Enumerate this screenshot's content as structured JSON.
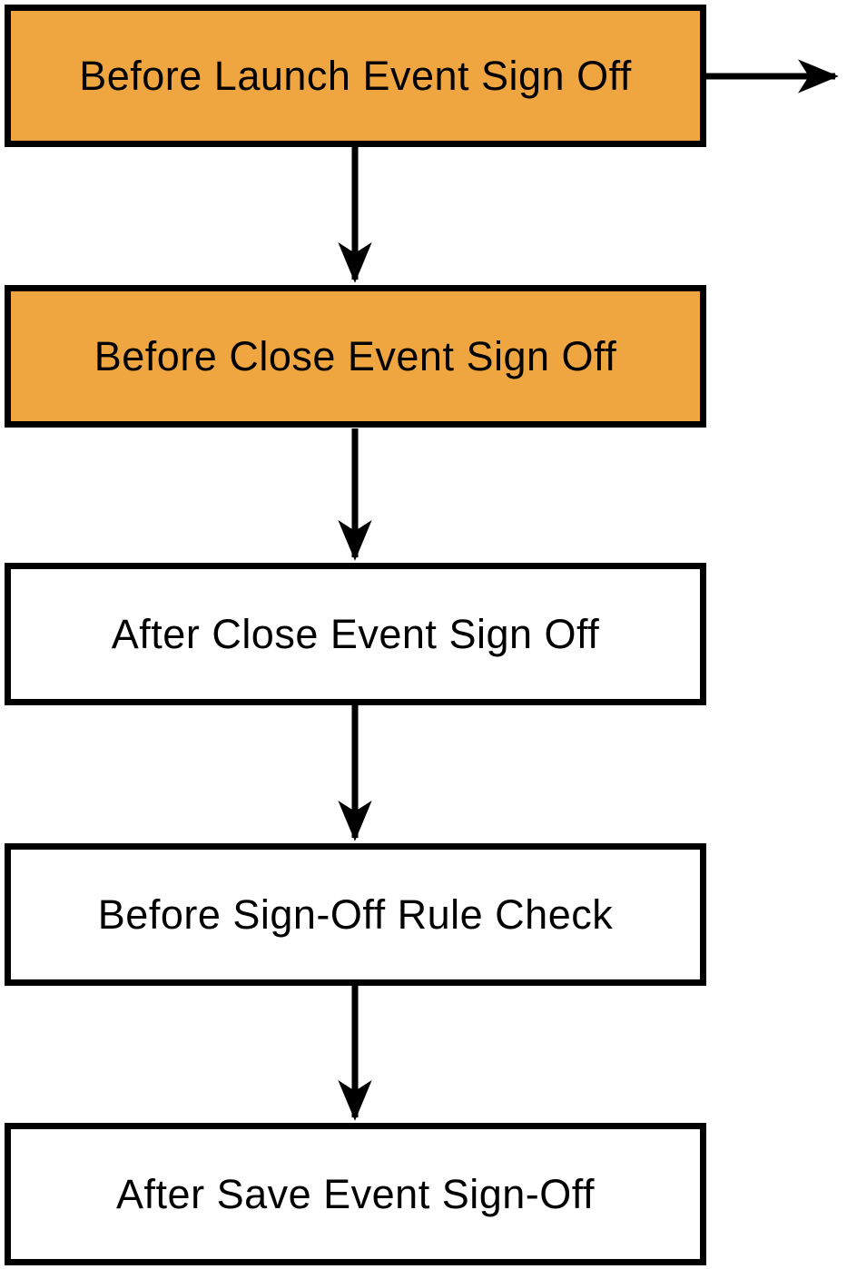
{
  "diagram": {
    "type": "flowchart",
    "direction": "top-to-bottom",
    "node_count": 5
  },
  "nodes": [
    {
      "id": "before-launch-event-sign-off",
      "label": "Before Launch Event Sign Off",
      "fill": "#F0A640",
      "highlighted": true
    },
    {
      "id": "before-close-event-sign-off",
      "label": "Before Close Event Sign Off",
      "fill": "#F0A640",
      "highlighted": true
    },
    {
      "id": "after-close-event-sign-off",
      "label": "After Close Event Sign Off",
      "fill": "#FFFFFF",
      "highlighted": false
    },
    {
      "id": "before-sign-off-rule-check",
      "label": "Before Sign-Off Rule Check",
      "fill": "#FFFFFF",
      "highlighted": false
    },
    {
      "id": "after-save-event-sign-off",
      "label": "After Save Event Sign-Off",
      "fill": "#FFFFFF",
      "highlighted": false
    }
  ],
  "edges": [
    {
      "from": "before-launch-event-sign-off",
      "to": "before-close-event-sign-off",
      "direction": "down"
    },
    {
      "from": "before-close-event-sign-off",
      "to": "after-close-event-sign-off",
      "direction": "down"
    },
    {
      "from": "after-close-event-sign-off",
      "to": "before-sign-off-rule-check",
      "direction": "down"
    },
    {
      "from": "before-sign-off-rule-check",
      "to": "after-save-event-sign-off",
      "direction": "down"
    },
    {
      "from": "before-launch-event-sign-off",
      "to": "offscreen-right",
      "direction": "right"
    }
  ],
  "colors": {
    "highlight_fill": "#F0A640",
    "default_fill": "#FFFFFF",
    "border": "#000000",
    "text": "#000000",
    "arrow": "#000000",
    "background": "#FFFFFF"
  }
}
